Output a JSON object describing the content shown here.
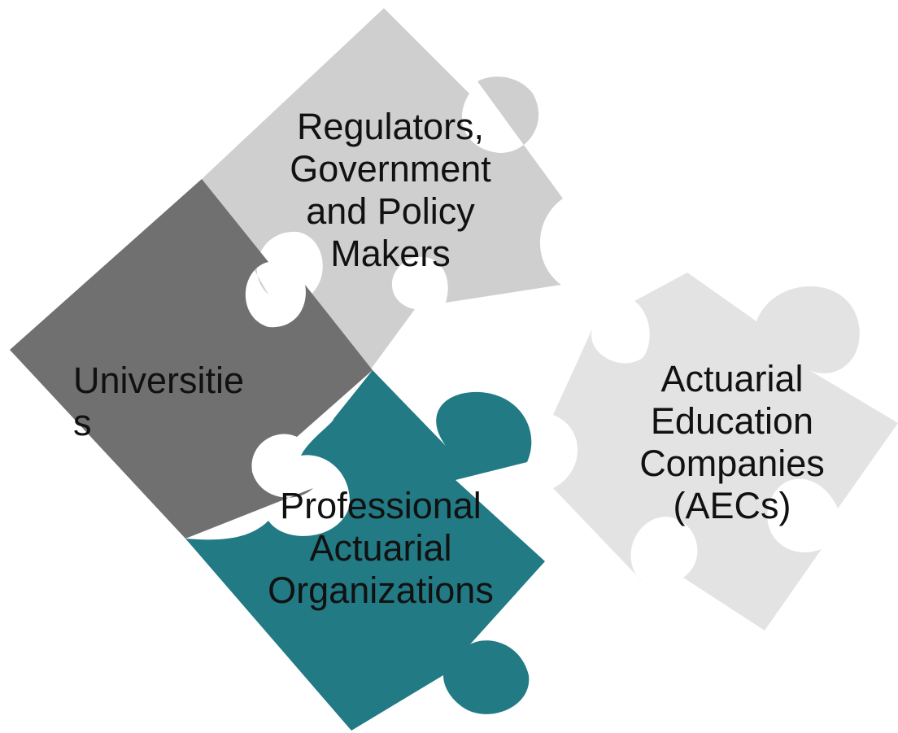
{
  "colors": {
    "regulators_piece": "#cfcfcf",
    "universities_piece": "#707070",
    "professional_piece": "#217a84",
    "aec_piece": "#e3e3e3",
    "text": "#111111"
  },
  "pieces": {
    "regulators": {
      "lines": [
        "Regulators,",
        "Government",
        "and Policy",
        "Makers"
      ]
    },
    "universities": {
      "lines": [
        "Universitie",
        "s"
      ]
    },
    "professional": {
      "lines": [
        "Professional",
        "Actuarial",
        "Organizations"
      ]
    },
    "aec": {
      "lines": [
        "Actuarial",
        "Education",
        "Companies",
        "(AECs)"
      ]
    }
  }
}
